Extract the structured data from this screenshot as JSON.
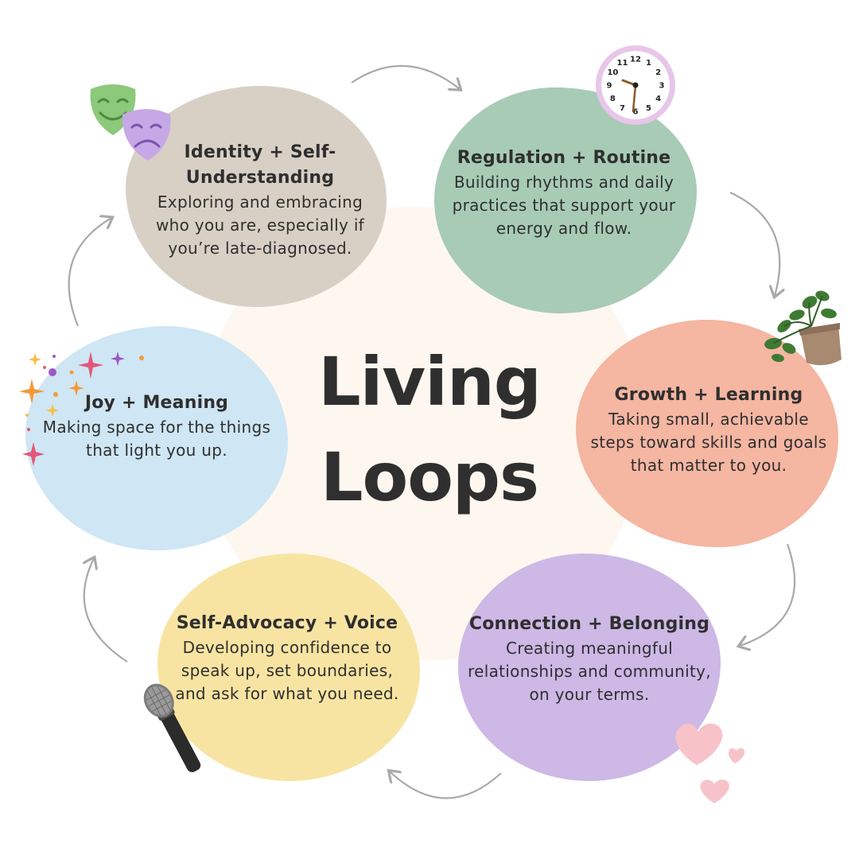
{
  "title": {
    "line1": "Living",
    "line2": "Loops"
  },
  "colors": {
    "center": "#fdf7ef",
    "identity": "#d9d0c5",
    "regulation": "#a8cbb6",
    "growth": "#f5b6a2",
    "connection": "#cdb8e6",
    "advocacy": "#f8e4a2",
    "joy": "#cfe6f4",
    "text": "#2f2f2f",
    "arrow": "#a9a9a9"
  },
  "loops": [
    {
      "heading": "Identity + Self-Understanding",
      "body": "Exploring and embracing who you are, especially if you’re late-diagnosed.",
      "icon": "theatre-masks-icon"
    },
    {
      "heading": "Regulation + Routine",
      "body": "Building rhythms and daily practices that support your energy and flow.",
      "icon": "clock-icon"
    },
    {
      "heading": "Growth + Learning",
      "body": "Taking small, achievable steps toward skills and goals that matter to you.",
      "icon": "potted-plant-icon"
    },
    {
      "heading": "Connection + Belonging",
      "body": "Creating meaningful relationships and community, on your terms.",
      "icon": "hearts-icon"
    },
    {
      "heading": "Self-Advocacy + Voice",
      "body": "Developing confidence to speak up, set boundaries, and ask for what you need.",
      "icon": "microphone-icon"
    },
    {
      "heading": "Joy + Meaning",
      "body": "Making space for the things that light you up.",
      "icon": "sparkles-icon"
    }
  ],
  "clock_numbers": [
    "12",
    "1",
    "2",
    "3",
    "4",
    "5",
    "6",
    "7",
    "8",
    "9",
    "10",
    "11"
  ]
}
